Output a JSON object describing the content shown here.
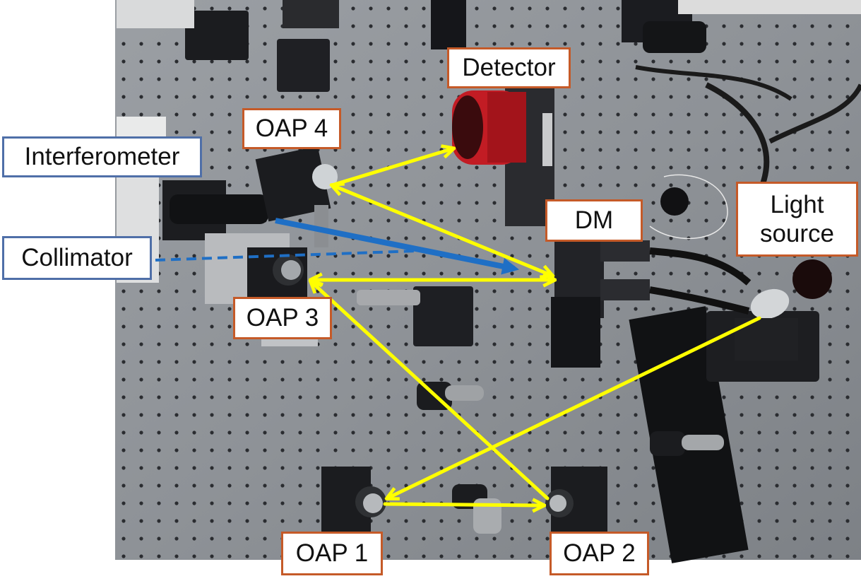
{
  "colors": {
    "beam_visible": "#ffff00",
    "beam_interferometer": "#1f6fc5",
    "label_border_components": "#c55a28",
    "label_border_interferometer": "#4f6fa8",
    "table_surface": "#8d9196",
    "detector_housing": "#c21c24"
  },
  "labels": {
    "detector": "Detector",
    "oap4": "OAP 4",
    "interferometer": "Interferometer",
    "collimator": "Collimator",
    "dm": "DM",
    "light_source": "Light\nsource",
    "oap3": "OAP 3",
    "oap1": "OAP 1",
    "oap2": "OAP 2"
  }
}
